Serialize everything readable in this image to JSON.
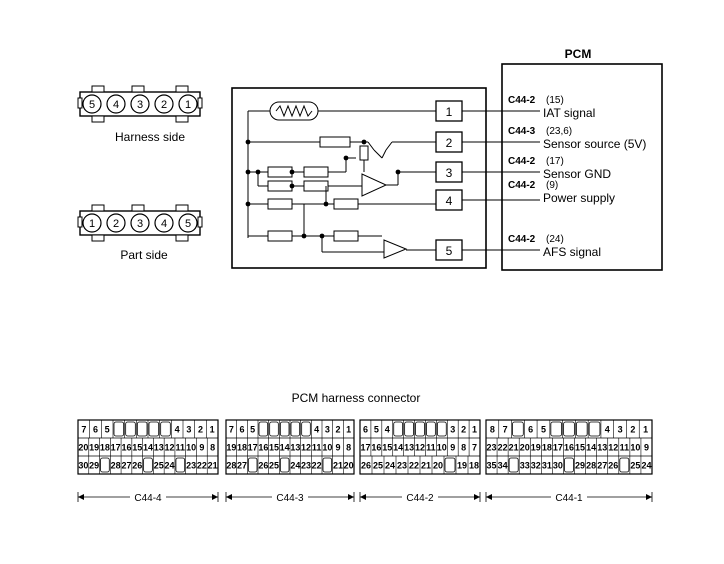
{
  "harness_side": {
    "label": "Harness side",
    "pins": [
      "5",
      "4",
      "3",
      "2",
      "1"
    ]
  },
  "part_side": {
    "label": "Part side",
    "pins": [
      "1",
      "2",
      "3",
      "4",
      "5"
    ]
  },
  "sensor_terminals": [
    "1",
    "2",
    "3",
    "4",
    "5"
  ],
  "pcm": {
    "title": "PCM",
    "signals": [
      {
        "connector": "C44-2",
        "pins": "(15)",
        "name": "IAT signal"
      },
      {
        "connector": "C44-3",
        "pins": "(23,6)",
        "name": "Sensor source (5V)"
      },
      {
        "connector": "C44-2",
        "pins": "(17)",
        "name": "Sensor GND"
      },
      {
        "connector": "C44-2",
        "pins": "(9)",
        "name": "Power supply"
      },
      {
        "connector": "C44-2",
        "pins": "(24)",
        "name": "AFS signal"
      }
    ]
  },
  "harness_connector": {
    "title": "PCM harness connector",
    "blocks": [
      {
        "name": "C44-4",
        "rows": [
          [
            "7",
            "6",
            "5",
            "",
            "",
            "",
            "",
            "",
            "4",
            "3",
            "2",
            "1"
          ],
          [
            "20",
            "19",
            "18",
            "17",
            "16",
            "15",
            "14",
            "13",
            "12",
            "11",
            "10",
            "9",
            "8"
          ],
          [
            "30",
            "29",
            "",
            "28",
            "27",
            "26",
            "",
            "25",
            "24",
            "",
            "23",
            "22",
            "21"
          ]
        ]
      },
      {
        "name": "C44-3",
        "rows": [
          [
            "7",
            "6",
            "5",
            "",
            "",
            "",
            "",
            "",
            "4",
            "3",
            "2",
            "1"
          ],
          [
            "19",
            "18",
            "17",
            "16",
            "15",
            "14",
            "13",
            "12",
            "11",
            "10",
            "9",
            "8"
          ],
          [
            "28",
            "27",
            "",
            "26",
            "25",
            "",
            "24",
            "23",
            "22",
            "",
            "21",
            "20"
          ]
        ]
      },
      {
        "name": "C44-2",
        "rows": [
          [
            "6",
            "5",
            "4",
            "",
            "",
            "",
            "",
            "",
            "3",
            "2",
            "1"
          ],
          [
            "17",
            "16",
            "15",
            "14",
            "13",
            "12",
            "11",
            "10",
            "9",
            "8",
            "7"
          ],
          [
            "26",
            "25",
            "24",
            "23",
            "22",
            "21",
            "20",
            "",
            "19",
            "18"
          ]
        ]
      },
      {
        "name": "C44-1",
        "rows": [
          [
            "8",
            "7",
            "",
            "6",
            "5",
            "",
            "",
            "",
            "",
            "4",
            "3",
            "2",
            "1"
          ],
          [
            "23",
            "22",
            "21",
            "20",
            "19",
            "18",
            "17",
            "16",
            "15",
            "14",
            "13",
            "12",
            "11",
            "10",
            "9"
          ],
          [
            "35",
            "34",
            "",
            "33",
            "32",
            "31",
            "30",
            "",
            "29",
            "28",
            "27",
            "26",
            "",
            "25",
            "24"
          ]
        ]
      }
    ]
  }
}
